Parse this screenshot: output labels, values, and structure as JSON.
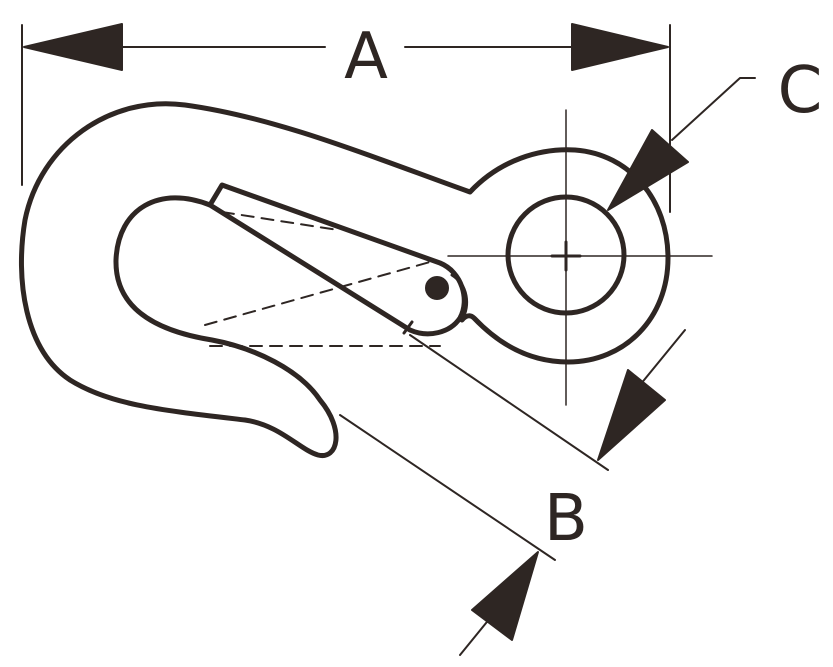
{
  "colors": {
    "ink": "#2e2623",
    "background": "#ffffff"
  },
  "labels": {
    "a": "A",
    "b": "B",
    "c": "C"
  }
}
